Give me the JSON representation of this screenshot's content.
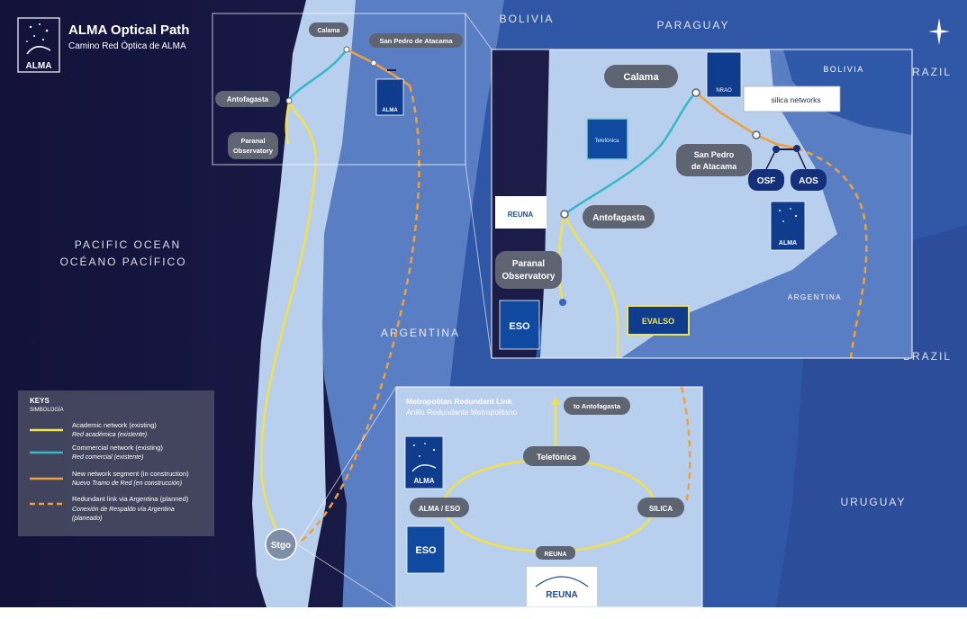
{
  "header": {
    "title": "ALMA Optical Path",
    "subtitle": "Camino Red Óptica de ALMA",
    "logo_text": "ALMA"
  },
  "countries": {
    "bolivia_top": "BOLIVIA",
    "paraguay": "PARAGUAY",
    "brazil_top": "BRAZIL",
    "brazil_mid": "BRAZIL",
    "argentina_main": "ARGENTINA",
    "uruguay": "URUGUAY",
    "ocean_en": "PACIFIC OCEAN",
    "ocean_es": "OCÉANO PACÍFICO"
  },
  "overview": {
    "calama": "Calama",
    "san_pedro": "San Pedro de Atacama",
    "antofagasta": "Antofagasta",
    "paranal_line1": "Paranal",
    "paranal_line2": "Observatory",
    "stgo": "Stgo"
  },
  "inset": {
    "calama": "Calama",
    "bolivia": "BOLIVIA",
    "argentina": "ARGENTINA",
    "san_pedro_line1": "San Pedro",
    "san_pedro_line2": "de Atacama",
    "osf": "OSF",
    "aos": "AOS",
    "antofagasta": "Antofagasta",
    "paranal_line1": "Paranal",
    "paranal_line2": "Observatory",
    "silica": "silica networks",
    "telefonica_logo": "Telefónica",
    "reuna_logo": "REUNA",
    "nrao": "NRAO",
    "evalso": "EVALSO",
    "eso": "ESO",
    "alma": "ALMA"
  },
  "legend": {
    "title": "KEYS",
    "subtitle": "SIMBOLOGÍA",
    "items": [
      {
        "en": "Academic network (existing)",
        "es": "Red académica (existente)",
        "color": "#f2e24a",
        "style": "solid"
      },
      {
        "en": "Commercial network (existing)",
        "es": "Red comercial (existente)",
        "color": "#35b9c9",
        "style": "solid"
      },
      {
        "en": "New network segment (in construction)",
        "es": "Nuevo Tramo de Red (en construcción)",
        "color": "#f0a03a",
        "style": "solid"
      },
      {
        "en": "Redundant link via Argentina (planned)",
        "es_line1": "Conexión de Respaldo vía Argentina",
        "es_line2": "(planeado)",
        "color": "#f0a03a",
        "style": "dashed"
      }
    ]
  },
  "metro": {
    "title": "Metropolitan Redundant Link",
    "subtitle": "Anillo Redundante Metropolitano",
    "to_antofagasta": "to Antofagasta",
    "telefonica": "Telefónica",
    "alma_eso": "ALMA / ESO",
    "silica": "SILICA",
    "reuna": "REUNA",
    "alma_logo": "ALMA",
    "eso_logo": "ESO",
    "reuna_logo": "REUNA"
  },
  "colors": {
    "ocean": "#1b1c47",
    "chile": "#b9cfee",
    "argentina": "#5a7ec4",
    "neighbours": "#3057a6",
    "academic": "#f2e24a",
    "commercial": "#35b9c9",
    "construction": "#f0a03a",
    "pill": "#5e6472"
  }
}
